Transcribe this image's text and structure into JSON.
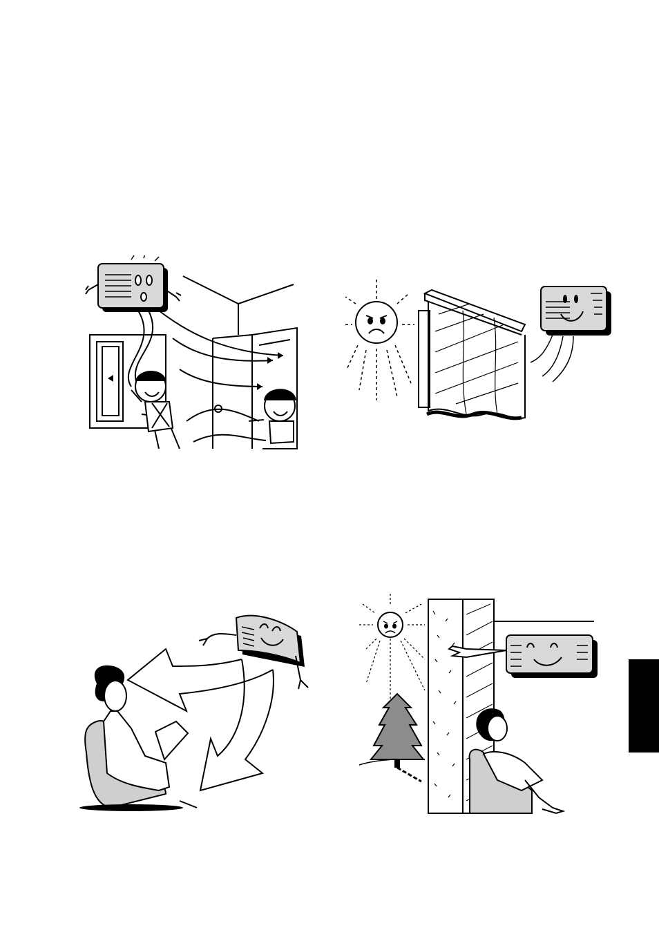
{
  "colors": {
    "ink": "#000000",
    "paper": "#ffffff",
    "unit_gray": "#d9d9d9",
    "tree_gray": "#8c8c8c",
    "chair_gray": "#cfcfcf",
    "tab": "#000000"
  },
  "illustrations": [
    "ventilate-room-with-open-window-and-door",
    "keep-curtains-closed-against-sun",
    "airflow-directed-away-from-person",
    "well-insulated-room-in-sunshine"
  ]
}
